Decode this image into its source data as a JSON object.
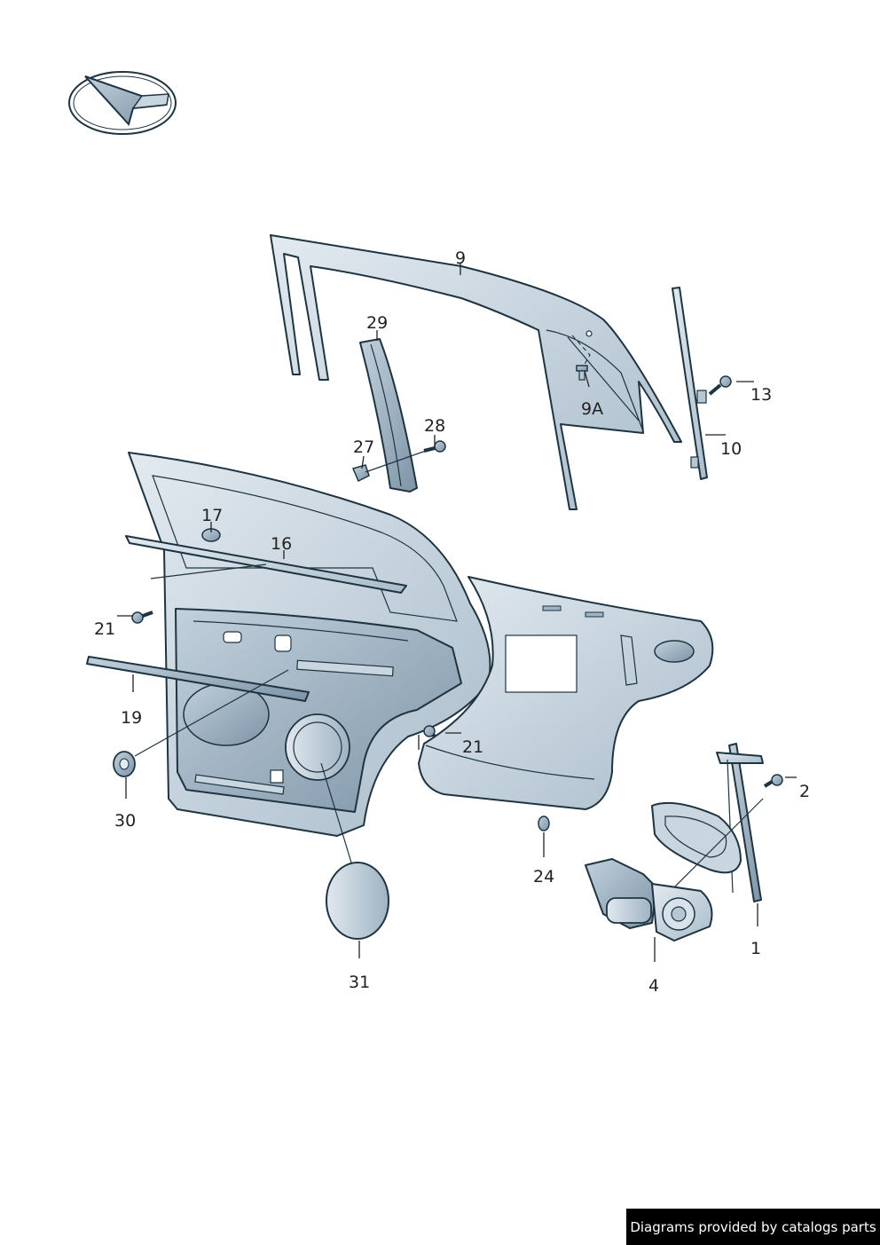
{
  "footer": {
    "text": "Diagrams provided by catalogs parts"
  },
  "callouts": {
    "c1": "1",
    "c2": "2",
    "c4": "4",
    "c9": "9",
    "c9a": "9A",
    "c10": "10",
    "c13": "13",
    "c16": "16",
    "c17": "17",
    "c19": "19",
    "c21a": "21",
    "c21b": "21",
    "c24": "24",
    "c27": "27",
    "c28": "28",
    "c29": "29",
    "c30": "30",
    "c31": "31"
  },
  "colors": {
    "part_fill_light": "#d8e2ea",
    "part_fill_mid": "#b7c7d4",
    "part_fill_dark": "#8fa4b5",
    "outline": "#1e3440",
    "footer_bg": "#000000"
  },
  "icons": {
    "logo": "direction-arrow-logo-icon"
  }
}
